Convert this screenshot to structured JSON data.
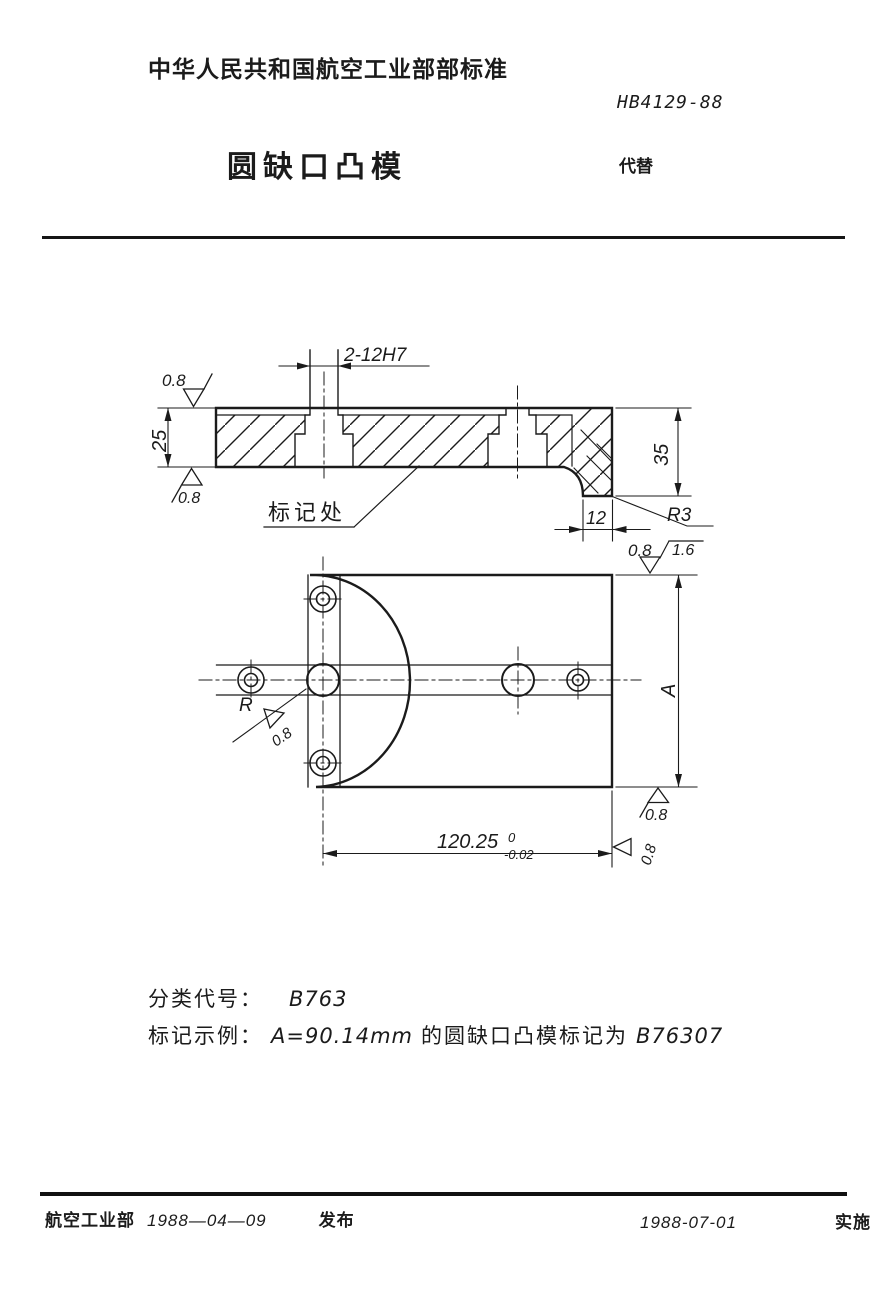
{
  "header": {
    "standard_org": "中华人民共和国航空工业部部标准",
    "standard_no": "HB4129-88",
    "title": "圆缺口凸模",
    "replaces_label": "代替"
  },
  "drawing": {
    "labels": {
      "holes_dim": "2-12H7",
      "rough_fine": "0.8",
      "rough_medium": "1.6",
      "thickness": "25",
      "boss_height": "35",
      "step_width": "12",
      "fillet": "R3",
      "mark_note": "标记处",
      "radius": "R",
      "width_dim": "A",
      "length_dim": "120.25",
      "tol_upper": "0",
      "tol_lower": "-0.02"
    }
  },
  "notes": {
    "class_label": "分类代号：",
    "class_code": "B763",
    "example_label": "标记示例：",
    "example_dim": "A=90.14mm",
    "example_text": "的圆缺口凸模标记为",
    "example_code": "B76307"
  },
  "footer": {
    "issuer": "航空工业部",
    "issue_date": "1988—04—09",
    "issue_label": "发布",
    "impl_date": "1988-07-01",
    "impl_label": "实施"
  }
}
